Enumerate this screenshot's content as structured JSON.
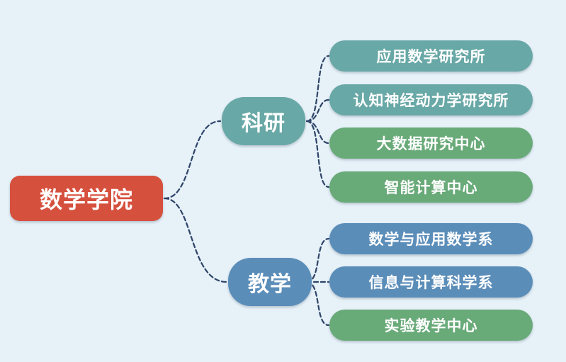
{
  "colors": {
    "page-bg": "#e6f1f8",
    "connector": "#2e4468",
    "root": "#d6503e",
    "teal": "#68a8a6",
    "green": "#69aa79",
    "blue": "#5b8db9"
  },
  "root": {
    "label": "数学学院",
    "color": "#d6503e"
  },
  "branches": [
    {
      "label": "科研",
      "color": "#68a8a6",
      "children": [
        {
          "label": "应用数学研究所",
          "color": "#68a8a6"
        },
        {
          "label": "认知神经动力学研究所",
          "color": "#68a8a6"
        },
        {
          "label": "大数据研究中心",
          "color": "#69aa79"
        },
        {
          "label": "智能计算中心",
          "color": "#69aa79"
        }
      ]
    },
    {
      "label": "教学",
      "color": "#5b8db9",
      "children": [
        {
          "label": "数学与应用数学系",
          "color": "#5b8db9"
        },
        {
          "label": "信息与计算科学系",
          "color": "#5b8db9"
        },
        {
          "label": "实验教学中心",
          "color": "#69aa79"
        }
      ]
    }
  ]
}
